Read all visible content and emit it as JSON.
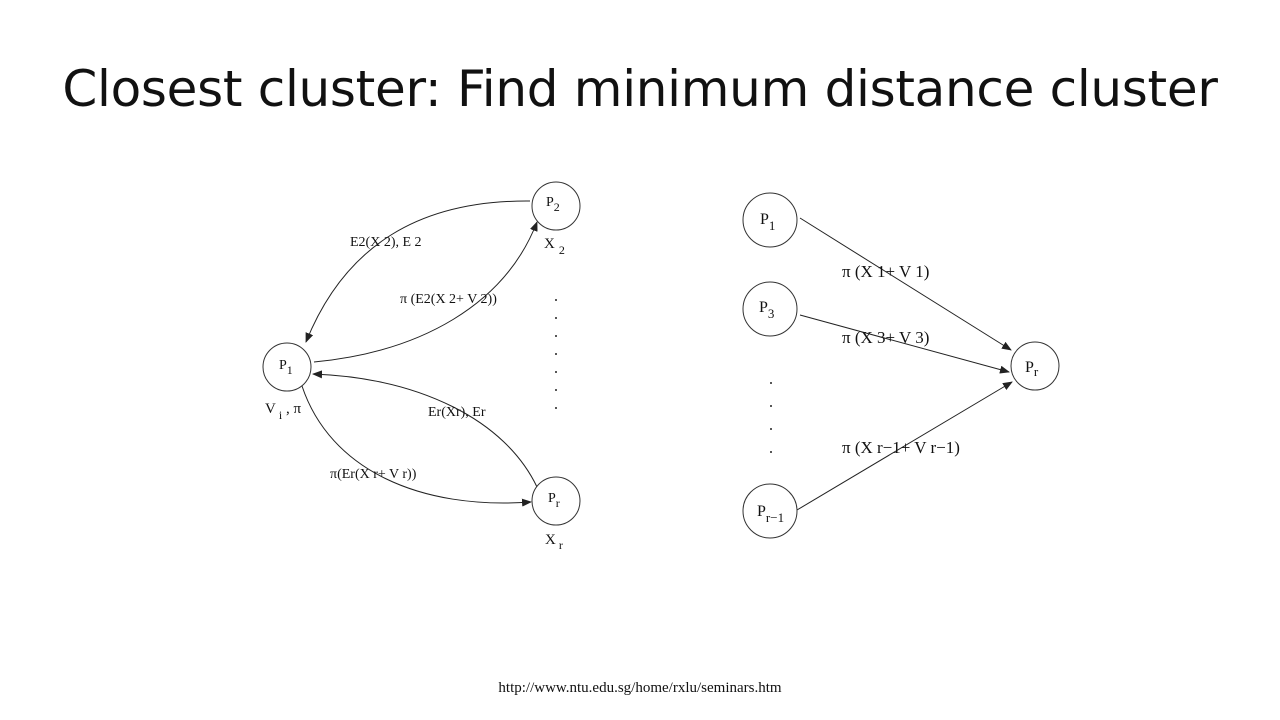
{
  "slide": {
    "title": "Closest cluster: Find minimum distance cluster",
    "source_url": "http://www.ntu.edu.sg/home/rxlu/seminars.htm"
  },
  "left_diagram": {
    "nodes": [
      {
        "id": "P1",
        "base": "P",
        "sub": "1"
      },
      {
        "id": "P2",
        "base": "P",
        "sub": "2"
      },
      {
        "id": "Pr",
        "base": "P",
        "sub": "r"
      }
    ],
    "node_captions": {
      "x2": {
        "base": "X",
        "sub": "2"
      },
      "xr": {
        "base": "X",
        "sub": "r"
      },
      "p1": {
        "base": "V",
        "sub": "i",
        "tail": " , π"
      }
    },
    "edge_labels": {
      "p2_to_p1": "E2(X 2), E 2",
      "p1_to_p2": "π (E2(X 2+ V 2))",
      "pr_to_p1": "Er(Xr), Er",
      "p1_to_pr": "π(Er(X r+ V r))"
    }
  },
  "right_diagram": {
    "nodes": [
      {
        "id": "P1",
        "base": "P",
        "sub": "1"
      },
      {
        "id": "P3",
        "base": "P",
        "sub": "3"
      },
      {
        "id": "Pr-1",
        "base": "P",
        "sub": "r−1"
      },
      {
        "id": "Pr",
        "base": "P",
        "sub": "r"
      }
    ],
    "edge_labels": {
      "p1_to_pr": "π (X 1+ V 1)",
      "p3_to_pr": "π (X 3+ V 3)",
      "prm1_to_pr": "π (X r−1+ V r−1)"
    }
  }
}
